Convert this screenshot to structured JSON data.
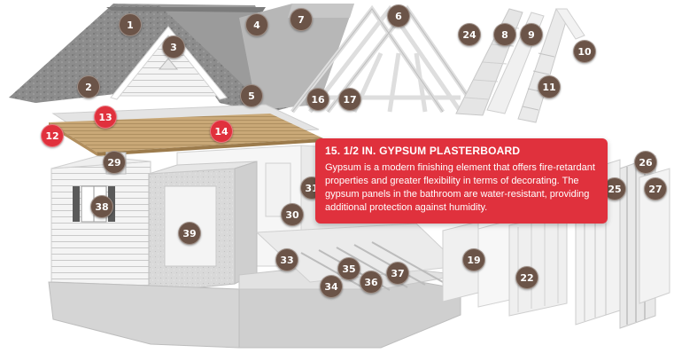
{
  "tooltip": {
    "title": "15. 1/2 IN. GYPSUM PLASTERBOARD",
    "body": "Gypsum is a modern finishing element that offers fire-retardant properties and greater flexibility in terms of decorating. The gypsum panels in the bathroom are water-resistant, providing additional protection against humidity."
  },
  "colors": {
    "marker": "#6b5448",
    "marker_active": "#e0313d",
    "tooltip": "#e0313d"
  },
  "markers": {
    "m1": "1",
    "m2": "2",
    "m3": "3",
    "m4": "4",
    "m5": "5",
    "m6": "6",
    "m7": "7",
    "m8": "8",
    "m9": "9",
    "m10": "10",
    "m11": "11",
    "m12": "12",
    "m13": "13",
    "m14": "14",
    "m16": "16",
    "m17": "17",
    "m19": "19",
    "m22": "22",
    "m24": "24",
    "m25": "25",
    "m26": "26",
    "m27": "27",
    "m29": "29",
    "m30": "30",
    "m31": "31",
    "m33": "33",
    "m34": "34",
    "m35": "35",
    "m36": "36",
    "m37": "37",
    "m38": "38",
    "m39": "39"
  }
}
